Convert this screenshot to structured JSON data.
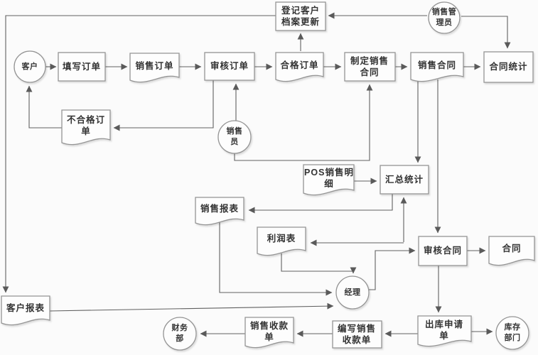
{
  "diagram": {
    "type": "flowchart",
    "language": "zh-CN",
    "colors": {
      "background": "#fbfbfb",
      "shape_fill": "#fdfdfd",
      "shape_stroke": "#949494",
      "connector": "#606060",
      "text": "#333333"
    },
    "nodes": {
      "customer": {
        "shape": "circle",
        "label": "客户"
      },
      "fill_order": {
        "shape": "process",
        "label": "填写订单"
      },
      "sales_order": {
        "shape": "document",
        "label": "销售订单"
      },
      "review_order": {
        "shape": "process",
        "label": "审核订单"
      },
      "qualified_order": {
        "shape": "document",
        "label": "合格订单"
      },
      "make_contract": {
        "shape": "process",
        "label": "制定销售合同"
      },
      "sales_contract": {
        "shape": "document",
        "label": "销售合同"
      },
      "contract_stats": {
        "shape": "process",
        "label": "合同统计"
      },
      "register_file": {
        "shape": "process",
        "label": "登记客户档案更新"
      },
      "sales_admin": {
        "shape": "circle",
        "label": "销售管理员"
      },
      "unqualified_order": {
        "shape": "document",
        "label": "不合格订单"
      },
      "salesperson": {
        "shape": "circle",
        "label": "销售员"
      },
      "pos_detail": {
        "shape": "document",
        "label": "POS销售明细"
      },
      "summary_stats": {
        "shape": "process",
        "label": "汇总统计"
      },
      "sales_report": {
        "shape": "document",
        "label": "销售报表"
      },
      "profit_table": {
        "shape": "document",
        "label": "利润表"
      },
      "manager": {
        "shape": "circle",
        "label": "经理"
      },
      "review_contract": {
        "shape": "process",
        "label": "审核合同"
      },
      "contract": {
        "shape": "document",
        "label": "合同"
      },
      "customer_report": {
        "shape": "document",
        "label": "客户报表"
      },
      "finance_dept": {
        "shape": "circle",
        "label": "财务部"
      },
      "sales_receipt": {
        "shape": "document",
        "label": "销售收款单"
      },
      "write_receipt": {
        "shape": "process",
        "label": "编写销售收款单"
      },
      "outbound_request": {
        "shape": "document",
        "label": "出库申请单"
      },
      "inventory_dept": {
        "shape": "circle",
        "label": "库存部门"
      }
    },
    "edges": [
      {
        "from": "customer",
        "to": "fill_order"
      },
      {
        "from": "fill_order",
        "to": "sales_order"
      },
      {
        "from": "sales_order",
        "to": "review_order"
      },
      {
        "from": "review_order",
        "to": "qualified_order"
      },
      {
        "from": "qualified_order",
        "to": "make_contract"
      },
      {
        "from": "make_contract",
        "to": "sales_contract"
      },
      {
        "from": "sales_contract",
        "to": "contract_stats"
      },
      {
        "from": "qualified_order",
        "to": "register_file"
      },
      {
        "from": "sales_admin",
        "to": "register_file"
      },
      {
        "from": "sales_admin",
        "to": "contract_stats"
      },
      {
        "from": "register_file",
        "to": "customer_report"
      },
      {
        "from": "review_order",
        "to": "unqualified_order"
      },
      {
        "from": "unqualified_order",
        "to": "customer"
      },
      {
        "from": "salesperson",
        "to": "review_order"
      },
      {
        "from": "salesperson",
        "to": "make_contract"
      },
      {
        "from": "sales_contract",
        "to": "summary_stats"
      },
      {
        "from": "sales_contract",
        "to": "review_contract"
      },
      {
        "from": "pos_detail",
        "to": "summary_stats"
      },
      {
        "from": "summary_stats",
        "to": "sales_report"
      },
      {
        "from": "summary_stats",
        "to": "profit_table",
        "bidirectional": true
      },
      {
        "from": "sales_report",
        "to": "manager"
      },
      {
        "from": "profit_table",
        "to": "manager"
      },
      {
        "from": "customer_report",
        "to": "manager"
      },
      {
        "from": "manager",
        "to": "review_contract"
      },
      {
        "from": "review_contract",
        "to": "contract"
      },
      {
        "from": "review_contract",
        "to": "outbound_request"
      },
      {
        "from": "outbound_request",
        "to": "inventory_dept"
      },
      {
        "from": "outbound_request",
        "to": "write_receipt"
      },
      {
        "from": "write_receipt",
        "to": "sales_receipt"
      },
      {
        "from": "sales_receipt",
        "to": "finance_dept"
      }
    ]
  }
}
